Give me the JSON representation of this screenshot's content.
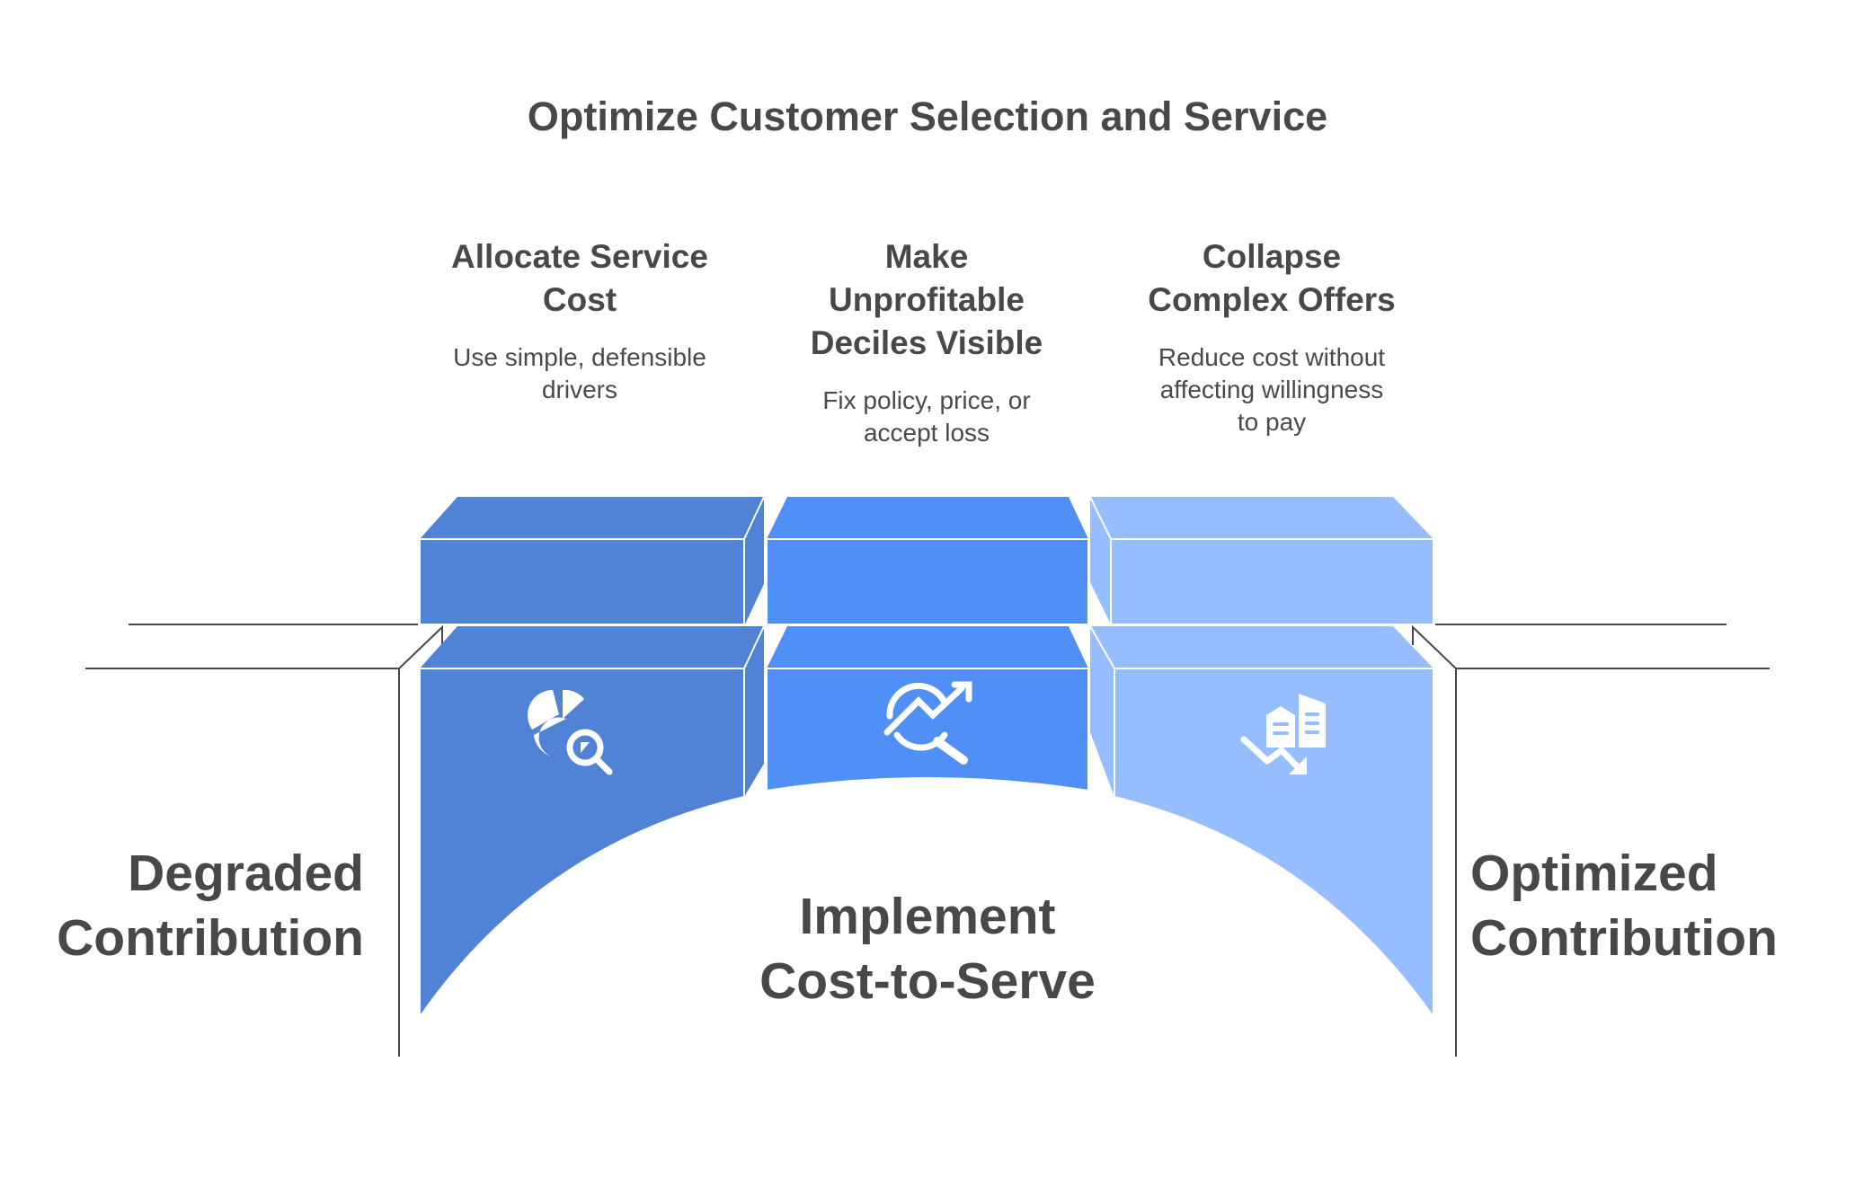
{
  "title": "Optimize Customer Selection and Service",
  "steps": [
    {
      "heading": "Allocate Service Cost",
      "heading_lines": [
        "Allocate Service",
        "Cost"
      ],
      "description_lines": [
        "Use simple, defensible",
        "drivers"
      ],
      "icon": "pie-chart-magnifier-icon",
      "color": "#5082d6"
    },
    {
      "heading": "Make Unprofitable Deciles Visible",
      "heading_lines": [
        "Make",
        "Unprofitable",
        "Deciles Visible"
      ],
      "description_lines": [
        "Fix policy, price, or",
        "accept loss"
      ],
      "icon": "trend-analysis-magnifier-icon",
      "color": "#508ff5"
    },
    {
      "heading": "Collapse Complex Offers",
      "heading_lines": [
        "Collapse",
        "Complex Offers"
      ],
      "description_lines": [
        "Reduce cost without",
        "affecting willingness",
        "to pay"
      ],
      "icon": "buildings-downtrend-icon",
      "color": "#96bdfd"
    }
  ],
  "left_label_lines": [
    "Degraded",
    "Contribution"
  ],
  "right_label_lines": [
    "Optimized",
    "Contribution"
  ],
  "center_label_lines": [
    "Implement",
    "Cost-to-Serve"
  ]
}
